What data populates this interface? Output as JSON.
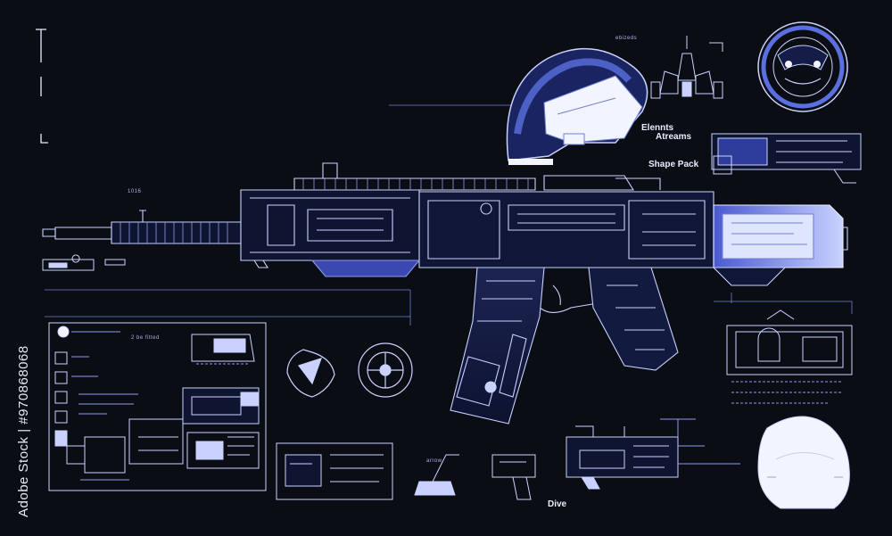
{
  "image": {
    "subject": "blueprint rifle illustration with sci-fi HUD elements",
    "palette": {
      "background": "#0b0d14",
      "line": "#c9d2ff",
      "line_dim": "#6f7fd6",
      "accent": "#5a6fe0",
      "white": "#f2f4ff"
    }
  },
  "labels": {
    "elements_line1": "Elennts",
    "elements_line2": "Atreams",
    "shape_pack": "Shape Pack",
    "dive": "Dive",
    "panel_title": "2 be fitted",
    "tiny_1016": "1016",
    "tiny_top": "ebizeds",
    "tiny_arrow": "arrow"
  },
  "watermark": {
    "text": "Adobe Stock | #970868068"
  }
}
